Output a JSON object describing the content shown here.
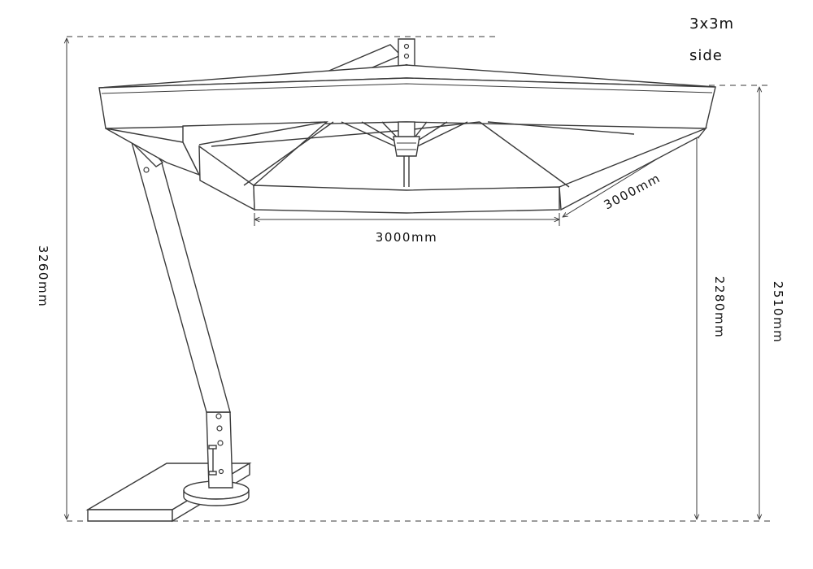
{
  "labels": {
    "size": "3x3m",
    "view": "side"
  },
  "dimensions": {
    "total_height": "3260mm",
    "canopy_width": "3000mm",
    "canopy_depth": "3000mm",
    "clearance_height": "2280mm",
    "canopy_edge_height": "2510mm"
  }
}
